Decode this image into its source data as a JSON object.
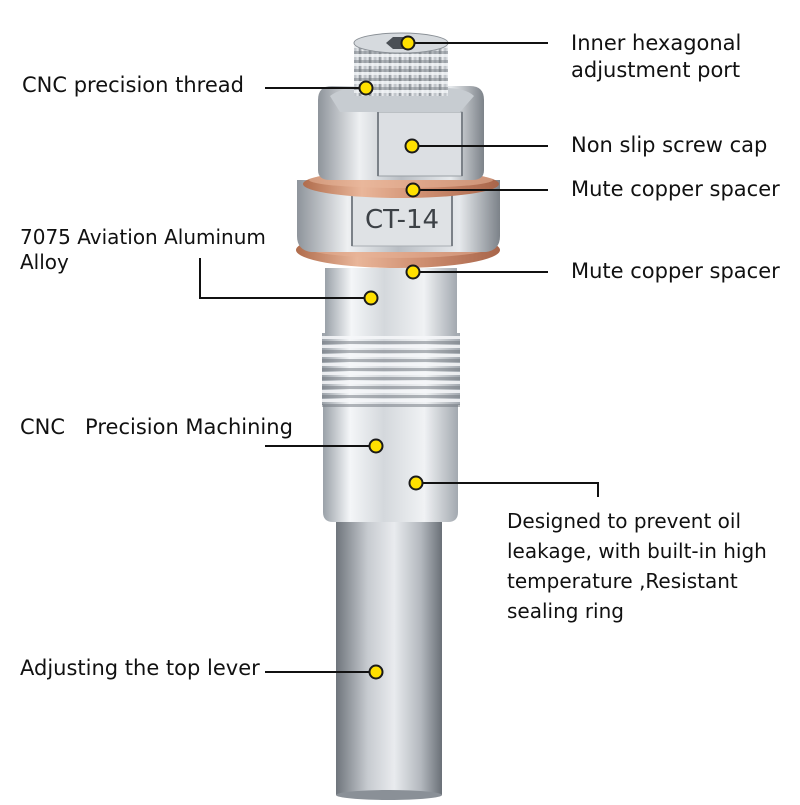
{
  "labels": {
    "inner_port": "Inner hexagonal adjustment port",
    "cnc_thread": "CNC precision thread",
    "screw_cap": "Non slip screw cap",
    "copper_spacer_1": "Mute copper spacer",
    "alloy": "7075 Aviation Aluminum Alloy",
    "copper_spacer_2": "Mute copper spacer",
    "machining": "CNC   Precision Machining",
    "design": "Designed to prevent oil leakage, with built-in high temperature ,Resistant sealing ring",
    "lever": "Adjusting the top lever"
  },
  "part_marking": "CT-14",
  "colors": {
    "marker_fill": "#FFE000",
    "marker_stroke": "#1a1a1a",
    "leader_line": "#111111",
    "copper": "#C98A6A",
    "steel": "#C9CDD2",
    "aluminum": "#E4E7EA"
  }
}
